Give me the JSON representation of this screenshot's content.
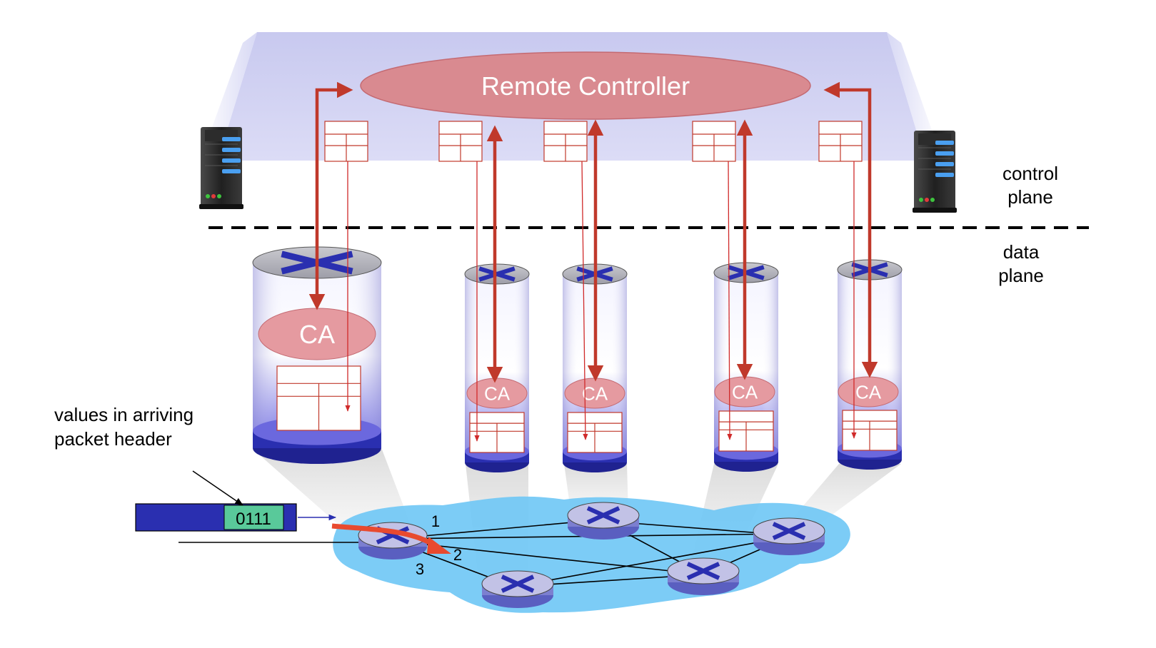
{
  "controller": {
    "label": "Remote Controller"
  },
  "planes": {
    "control": [
      "control",
      "plane"
    ],
    "data": [
      "data",
      "plane"
    ]
  },
  "switch_agent_label": "CA",
  "annotation": {
    "lines": [
      "values in arriving",
      "packet header"
    ]
  },
  "packet": {
    "header_value": "0111"
  },
  "ports": [
    "1",
    "2",
    "3"
  ],
  "colors": {
    "control_band": "#cfd0f0",
    "controller_fill": "#d98a90",
    "agent_fill": "#e59aa0",
    "arrow_red": "#c0392b",
    "forward_red": "#e84a2f",
    "network_blue": "#6ec6f5",
    "switch_blue": "#2a2fb0",
    "header_green": "#59c99a"
  },
  "icons": {
    "server": "server-icon",
    "switch": "switch-x-icon"
  }
}
